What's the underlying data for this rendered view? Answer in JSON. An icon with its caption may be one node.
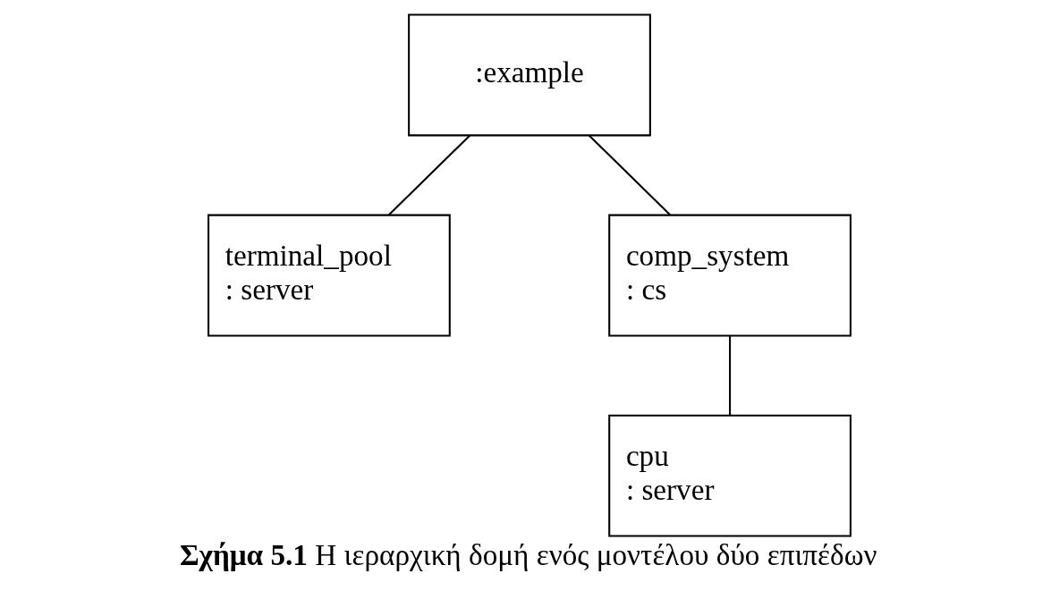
{
  "diagram": {
    "caption": "**Σχήμα 5.1** Η ιεραρχική δομή ενός μοντέλου δύο επιπέδων",
    "nodes": [
      {
        "text": [
          ":example"
        ]
      },
      {
        "text": [
          "terminal_pool",
          ": server"
        ]
      },
      {
        "text": [
          "comp_system",
          ": cs"
        ]
      },
      {
        "text": [
          "cpu",
          ": server"
        ]
      }
    ],
    "edges": [
      {
        "from": 0,
        "to": 1,
        "arrow": "none"
      },
      {
        "from": 0,
        "to": 2,
        "arrow": "none"
      },
      {
        "from": 2,
        "to": 3,
        "arrow": "none"
      }
    ]
  }
}
